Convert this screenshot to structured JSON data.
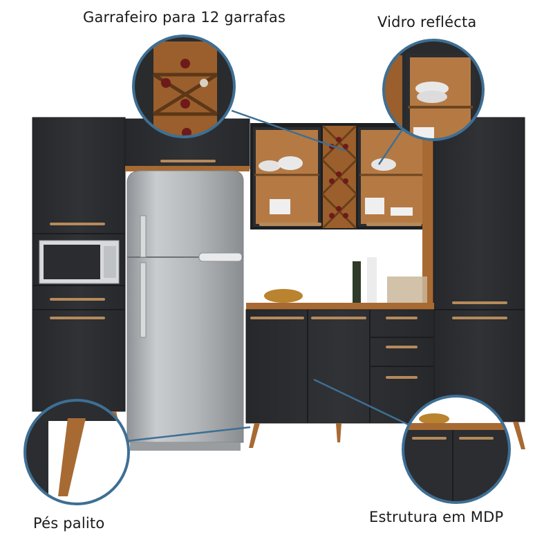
{
  "callouts": {
    "wine_rack": "Garrafeiro para 12 garrafas",
    "glass": "Vidro reflécta",
    "feet": "Pés palito",
    "structure": "Estrutura em MDP"
  },
  "colors": {
    "cabinet": "#2b2d30",
    "cabinet_edge": "#1c1d1f",
    "wood": "#a86a33",
    "wood_dark": "#7a4a22",
    "handle": "#b58a5a",
    "fridge": "#b9bcbf",
    "callout_ring": "#3e6f94"
  },
  "icons": [
    "wine-bottle-icon",
    "bowl-stack-icon",
    "microwave-icon",
    "fridge-icon"
  ]
}
